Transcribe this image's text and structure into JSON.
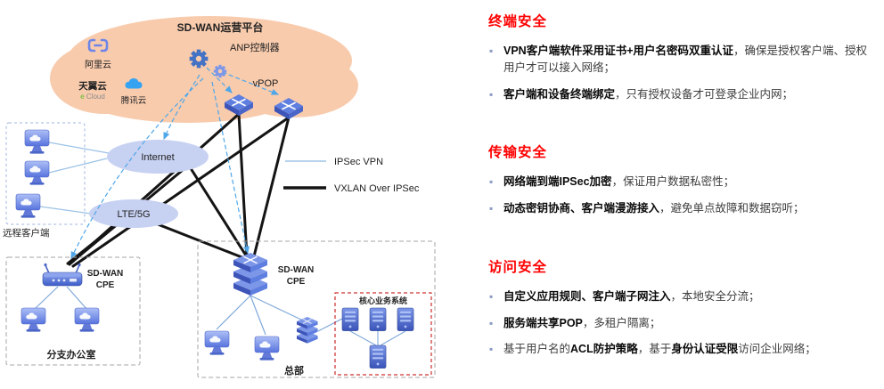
{
  "diagram": {
    "platform_title": "SD-WAN运营平台",
    "anp_controller": "ANP控制器",
    "alibaba_cloud": "阿里云",
    "tianyi_cloud": "天翼云",
    "tianyi_e": "e",
    "tianyi_cloud_en": " Cloud",
    "tencent_cloud": "腾讯云",
    "vpop": "vPOP",
    "internet": "Internet",
    "lte_5g": "LTE/5G",
    "remote_clients": "远程客户端",
    "cpe_line1": "SD-WAN",
    "cpe_line2": "CPE",
    "branch_office": "分支办公室",
    "headquarters": "总部",
    "core_system": "核心业务系统",
    "legend": {
      "ipsec": "IPSec VPN",
      "vxlan": "VXLAN Over IPSec"
    }
  },
  "sections": [
    {
      "heading": "终端安全",
      "bullets": [
        {
          "segments": [
            {
              "t": "VPN客户端软件采用证书+用户名密码双重认证",
              "bold": true
            },
            {
              "t": "，确保是授权客户端、授权用户才可以接入网络；",
              "bold": false
            }
          ]
        },
        {
          "segments": [
            {
              "t": "客户端和设备终端绑定",
              "bold": true
            },
            {
              "t": "，只有授权设备才可登录企业内网；",
              "bold": false
            }
          ]
        }
      ]
    },
    {
      "heading": "传输安全",
      "bullets": [
        {
          "segments": [
            {
              "t": "网络端到端IPSec加密",
              "bold": true
            },
            {
              "t": "，保证用户数据私密性；",
              "bold": false
            }
          ]
        },
        {
          "segments": [
            {
              "t": "动态密钥协商、客户端漫游接入",
              "bold": true
            },
            {
              "t": "，避免单点故障和数据窃听；",
              "bold": false
            }
          ]
        }
      ]
    },
    {
      "heading": "访问安全",
      "bullets": [
        {
          "segments": [
            {
              "t": "自定义应用规则、客户端子网注入",
              "bold": true
            },
            {
              "t": "，本地安全分流；",
              "bold": false
            }
          ]
        },
        {
          "segments": [
            {
              "t": "服务端共享POP",
              "bold": true
            },
            {
              "t": "，多租户隔离；",
              "bold": false
            }
          ]
        },
        {
          "segments": [
            {
              "t": "基于用户名的",
              "bold": false
            },
            {
              "t": "ACL防护策略",
              "bold": true
            },
            {
              "t": "，基于",
              "bold": false
            },
            {
              "t": "身份认证受限",
              "bold": true
            },
            {
              "t": "访问企业网络；",
              "bold": false
            }
          ]
        }
      ]
    }
  ]
}
